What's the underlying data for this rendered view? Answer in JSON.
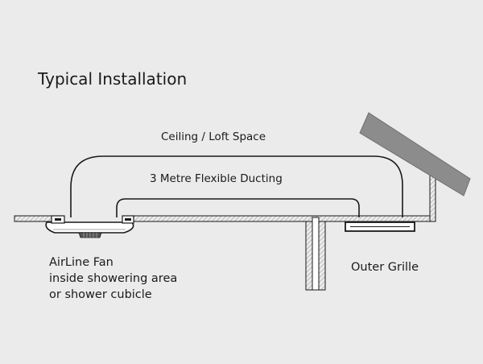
{
  "diagram": {
    "title": "Typical Installation",
    "ceiling_label": "Ceiling / Loft Space",
    "ducting_label": "3 Metre Flexible Ducting",
    "fan_label": {
      "line1": "AirLine Fan",
      "line2": "inside showering area",
      "line3": "or shower cubicle"
    },
    "grille_label": "Outer Grille",
    "colors": {
      "background": "#ebebeb",
      "line": "#1a1a1a",
      "roof": "#8c8c8c",
      "hatch": "#9a9a9a"
    }
  }
}
